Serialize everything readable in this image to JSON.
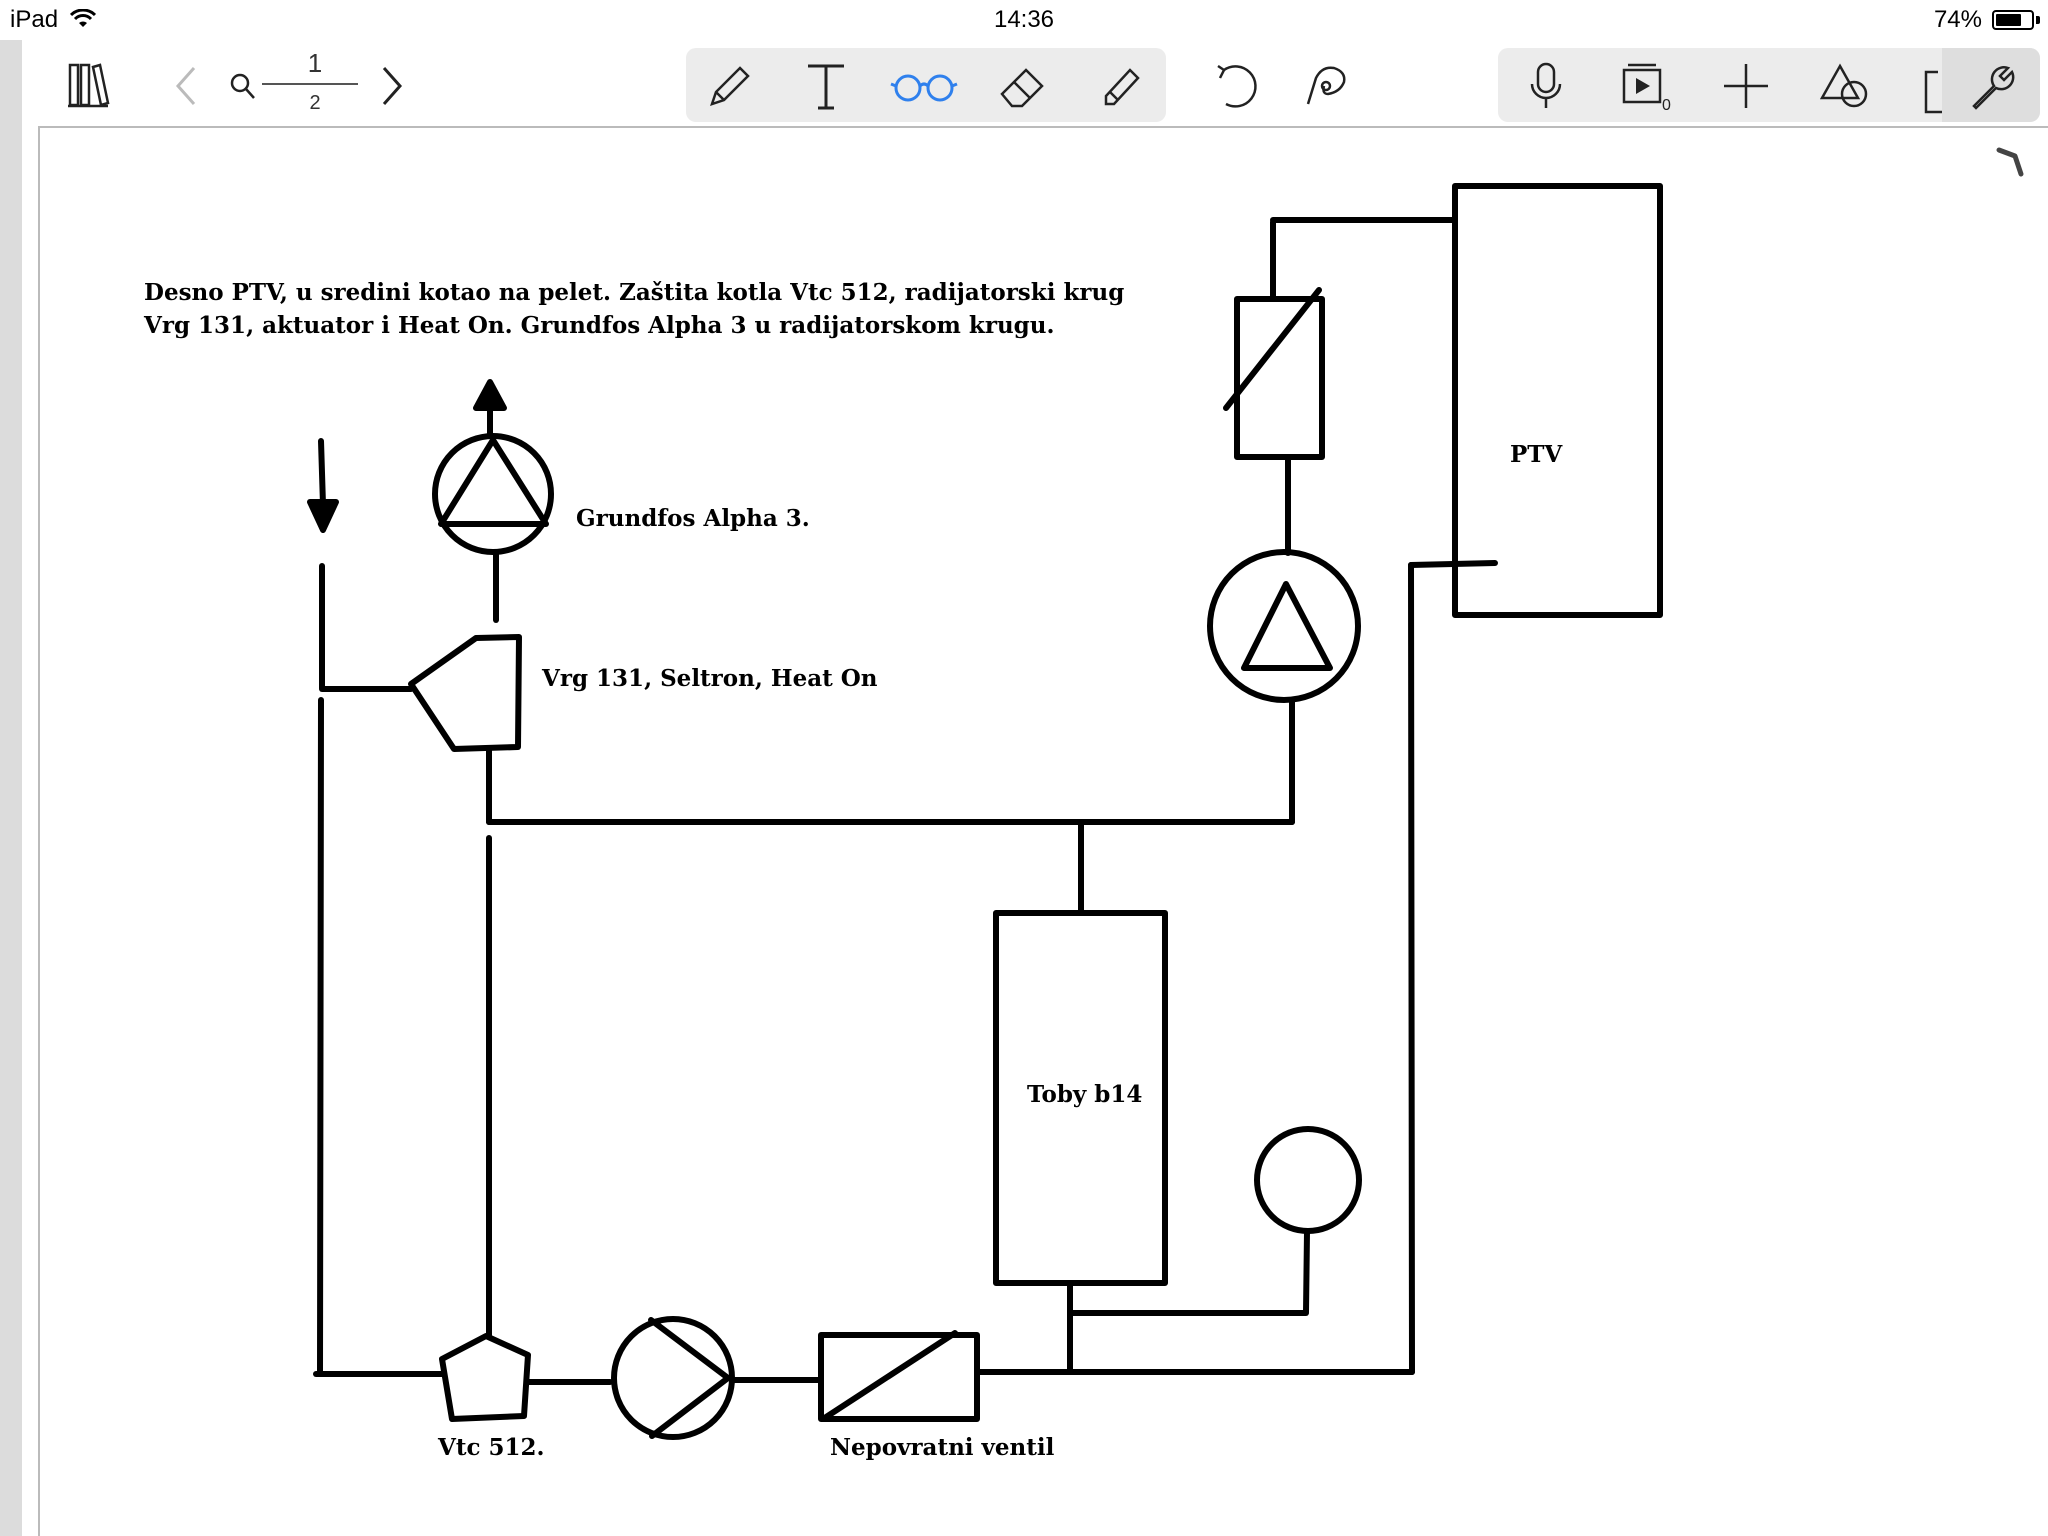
{
  "status_bar": {
    "carrier": "iPad",
    "time": "14:36",
    "battery_percent": "74%",
    "battery_level": 0.74
  },
  "toolbar": {
    "page_current": "1",
    "page_total": "2",
    "icons": [
      "library-icon",
      "back-chevron-icon",
      "search-icon",
      "forward-chevron-icon",
      "pen-icon",
      "text-icon",
      "reading-glasses-icon",
      "eraser-icon",
      "highlighter-icon",
      "undo-icon",
      "lasso-icon",
      "microphone-icon",
      "presentation-icon",
      "add-icon",
      "shapes-icon",
      "page-icon",
      "wrench-icon"
    ],
    "presentation_badge": "0",
    "accent_color": "#2f80ed"
  },
  "note": {
    "line1": "Desno PTV, u sredini kotao na pelet. Zaštita kotla Vtc 512, radijatorski krug",
    "line2": "Vrg 131, aktuator i Heat On. Grundfos Alpha 3 u radijatorskom krugu."
  },
  "diagram_labels": {
    "grundfos": "Grundfos Alpha 3.",
    "vrg": "Vrg 131, Seltron, Heat On",
    "ptv": "PTV",
    "toby": "Toby b14",
    "vtc": "Vtc 512.",
    "check_valve": "Nepovratni ventil"
  }
}
